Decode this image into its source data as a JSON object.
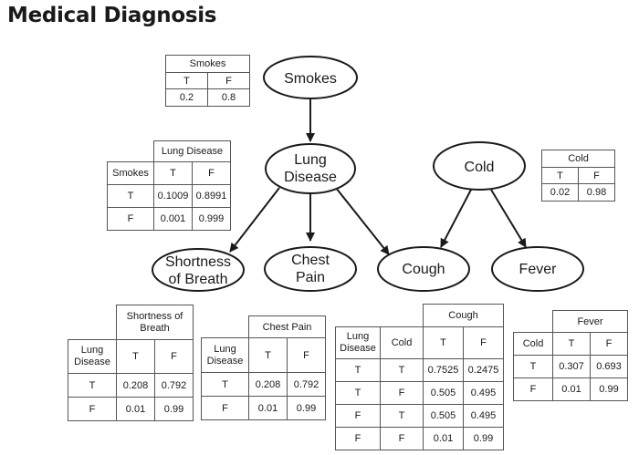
{
  "title": "Medical Diagnosis",
  "nodes": {
    "smokes": [
      "Smokes"
    ],
    "lung_disease": [
      "Lung",
      "Disease"
    ],
    "cold": [
      "Cold"
    ],
    "shortness_of_breath": [
      "Shortness",
      "of Breath"
    ],
    "chest_pain": [
      "Chest",
      "Pain"
    ],
    "cough": [
      "Cough"
    ],
    "fever": [
      "Fever"
    ]
  },
  "cpts": {
    "smokes": {
      "title": "Smokes",
      "cols": [
        "T",
        "F"
      ],
      "rows": [
        [
          "0.2",
          "0.8"
        ]
      ]
    },
    "lung_disease": {
      "title": "Lung Disease",
      "parent": "Smokes",
      "cols": [
        "T",
        "F"
      ],
      "rows": [
        [
          "T",
          "0.1009",
          "0.8991"
        ],
        [
          "F",
          "0.001",
          "0.999"
        ]
      ]
    },
    "cold": {
      "title": "Cold",
      "cols": [
        "T",
        "F"
      ],
      "rows": [
        [
          "0.02",
          "0.98"
        ]
      ]
    },
    "shortness_of_breath": {
      "title": "Shortness of Breath",
      "parent": "Lung Disease",
      "cols": [
        "T",
        "F"
      ],
      "rows": [
        [
          "T",
          "0.208",
          "0.792"
        ],
        [
          "F",
          "0.01",
          "0.99"
        ]
      ]
    },
    "chest_pain": {
      "title": "Chest Pain",
      "parent": "Lung Disease",
      "cols": [
        "T",
        "F"
      ],
      "rows": [
        [
          "T",
          "0.208",
          "0.792"
        ],
        [
          "F",
          "0.01",
          "0.99"
        ]
      ]
    },
    "cough": {
      "title": "Cough",
      "parents": [
        "Lung Disease",
        "Cold"
      ],
      "cols": [
        "T",
        "F"
      ],
      "rows": [
        [
          "T",
          "T",
          "0.7525",
          "0.2475"
        ],
        [
          "T",
          "F",
          "0.505",
          "0.495"
        ],
        [
          "F",
          "T",
          "0.505",
          "0.495"
        ],
        [
          "F",
          "F",
          "0.01",
          "0.99"
        ]
      ]
    },
    "fever": {
      "title": "Fever",
      "parent": "Cold",
      "cols": [
        "T",
        "F"
      ],
      "rows": [
        [
          "T",
          "0.307",
          "0.693"
        ],
        [
          "F",
          "0.01",
          "0.99"
        ]
      ]
    }
  }
}
